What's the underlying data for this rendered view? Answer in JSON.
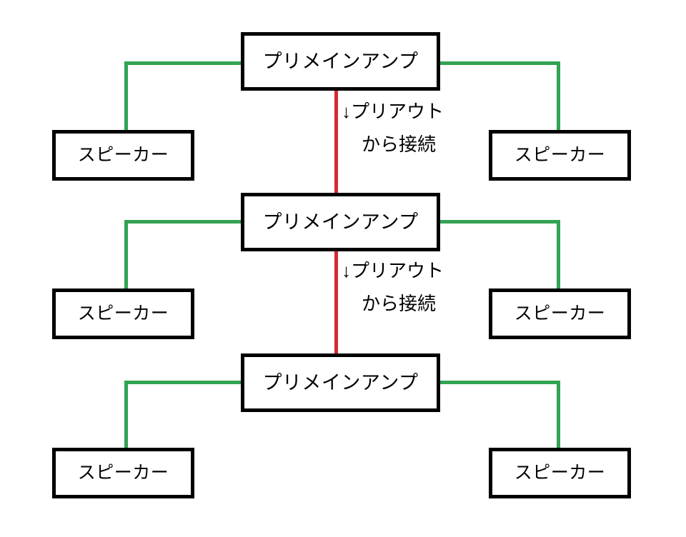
{
  "diagram": {
    "type": "audio-system-wiring-diagram",
    "background_color": "#ffffff",
    "colors": {
      "box_border": "#000000",
      "speaker_wire": "#33a352",
      "preout_wire": "#d32b33",
      "text": "#000000"
    },
    "nodes": {
      "amp_label": "プリメインアンプ",
      "speaker_label": "スピーカー"
    },
    "rows": [
      {
        "id": "row-1",
        "amp": "プリメインアンプ",
        "speaker_left": "スピーカー",
        "speaker_right": "スピーカー"
      },
      {
        "id": "row-2",
        "amp": "プリメインアンプ",
        "speaker_left": "スピーカー",
        "speaker_right": "スピーカー"
      },
      {
        "id": "row-3",
        "amp": "プリメインアンプ",
        "speaker_left": "スピーカー",
        "speaker_right": "スピーカー"
      }
    ],
    "annotations": [
      {
        "id": "preout-note-1",
        "line1": "↓プリアウト",
        "line2": "から接続"
      },
      {
        "id": "preout-note-2",
        "line1": "↓プリアウト",
        "line2": "から接続"
      }
    ]
  }
}
